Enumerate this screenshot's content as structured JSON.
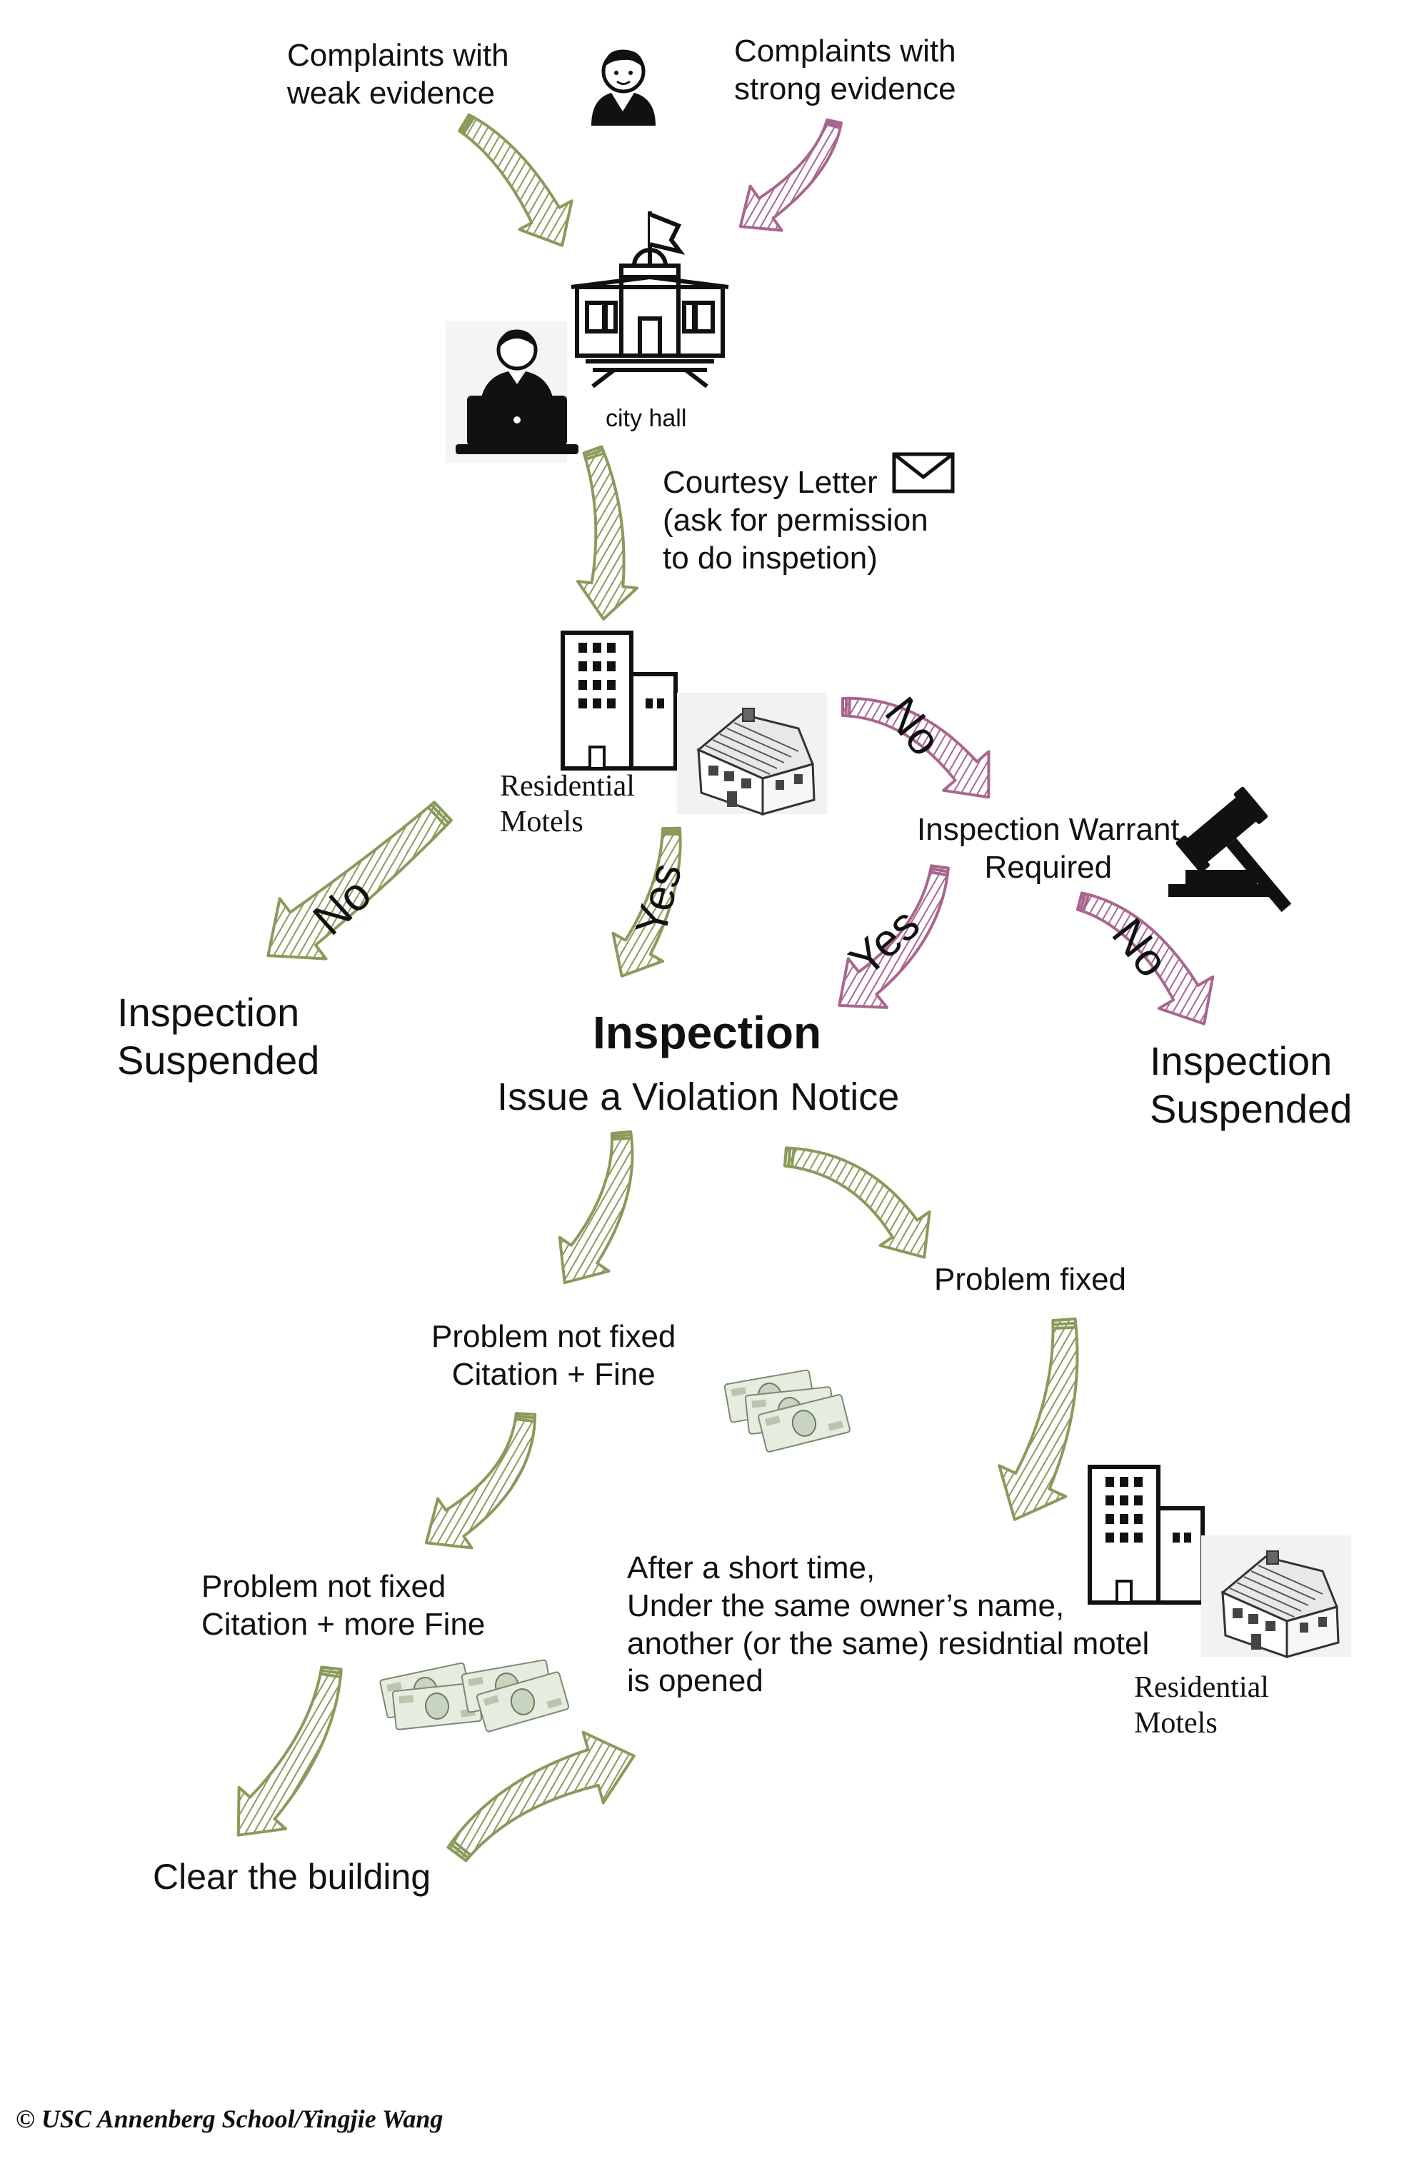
{
  "colors": {
    "green_arrow": "#8a9a5b",
    "purple_arrow": "#a8668f",
    "ink": "#111111"
  },
  "labels": {
    "complaints_weak": "Complaints with\nweak evidence",
    "complaints_strong": "Complaints with\nstrong evidence",
    "city_hall": "city hall",
    "courtesy_letter": "Courtesy Letter\n(ask for permission\nto do inspetion)",
    "residential_motels_top": "Residential\nMotels",
    "no_left": "No",
    "yes_center": "Yes",
    "no_right": "No",
    "inspection_warrant": "Inspection Warrant\nRequired",
    "yes_warrant": "Yes",
    "no_warrant": "No",
    "inspection_suspended_left": "Inspection\nSuspended",
    "inspection_suspended_right": "Inspection\nSuspended",
    "inspection_title": "Inspection",
    "violation_notice": "Issue a Violation Notice",
    "problem_fixed": "Problem fixed",
    "problem_not_fixed_1": "Problem not fixed\nCitation + Fine",
    "problem_not_fixed_2": "Problem not fixed\nCitation + more Fine",
    "after_short_time": "After a short time,\nUnder the same owner’s name,\nanother (or the same) residntial motel\nis opened",
    "residential_motels_bottom": "Residential\nMotels",
    "clear_building": "Clear the building",
    "copyright": "© USC Annenberg School/Yingjie Wang"
  },
  "icons": {
    "person": "person-icon",
    "city_hall": "city-hall-icon",
    "worker_laptop": "laptop-worker-icon",
    "envelope": "envelope-icon",
    "building": "building-icon",
    "house": "house-icon",
    "gavel": "gavel-icon",
    "money": "money-icon"
  }
}
